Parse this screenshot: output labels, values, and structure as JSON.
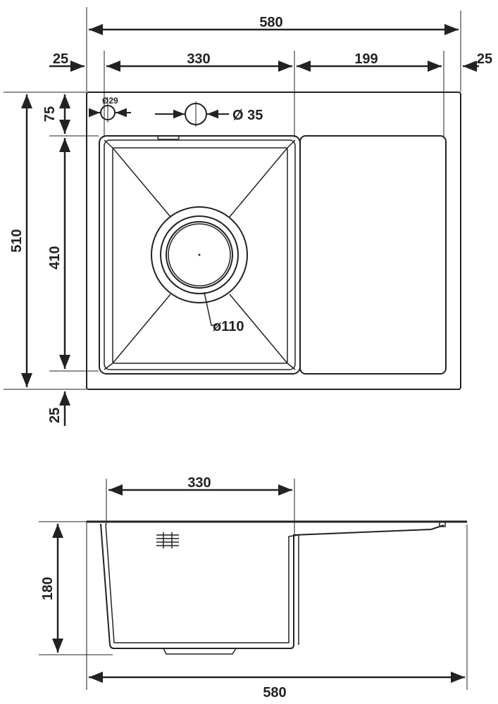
{
  "top_view": {
    "overall_width": "580",
    "left_margin": "25",
    "bowl_width": "330",
    "drainboard_width": "199",
    "right_margin": "25",
    "overall_depth": "510",
    "top_margin": "75",
    "bowl_depth": "410",
    "bottom_margin": "25",
    "tap_hole_small": "Ø29",
    "tap_hole_large": "Ø 35",
    "drain_label": "ø110"
  },
  "side_view": {
    "bowl_width": "330",
    "depth": "180",
    "overall_width": "580"
  },
  "colors": {
    "line": "#222222",
    "background": "#ffffff"
  }
}
